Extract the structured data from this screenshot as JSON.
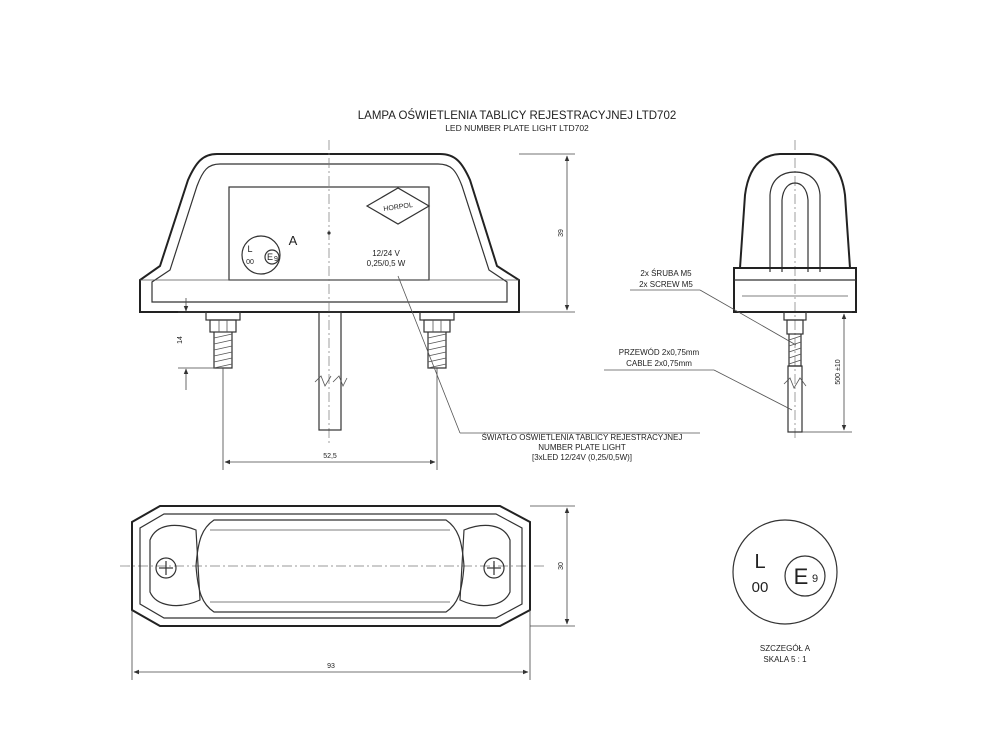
{
  "title": {
    "pl": "LAMPA OŚWIETLENIA TABLICY REJESTRACYJNEJ LTD702",
    "en": "LED NUMBER PLATE LIGHT LTD702"
  },
  "brand_logo": "HORPOL",
  "front_view": {
    "detail_label": "A",
    "voltage": "12/24 V",
    "power": "0,25/0,5 W",
    "dim_height": "39",
    "dim_bolt": "14",
    "dim_spacing": "52,5"
  },
  "homologation": {
    "l_mark": "L",
    "zeros": "00",
    "e_mark": "E",
    "e_number": "9"
  },
  "callouts": {
    "screw_pl": "2x ŚRUBA M5",
    "screw_en": "2x SCREW M5",
    "cable_pl": "PRZEWÓD 2x0,75mm",
    "cable_en": "CABLE 2x0,75mm",
    "light_pl": "ŚWIATŁO OŚWIETLENIA TABLICY REJESTRACYJNEJ",
    "light_en": "NUMBER PLATE LIGHT",
    "light_spec": "[3xLED 12/24V (0,25/0,5W)]"
  },
  "side_view": {
    "dim_cable": "500 ±10"
  },
  "top_view": {
    "dim_width": "93",
    "dim_depth": "30"
  },
  "detail": {
    "label": "SZCZEGÓŁ A",
    "scale": "SKALA 5 : 1"
  }
}
